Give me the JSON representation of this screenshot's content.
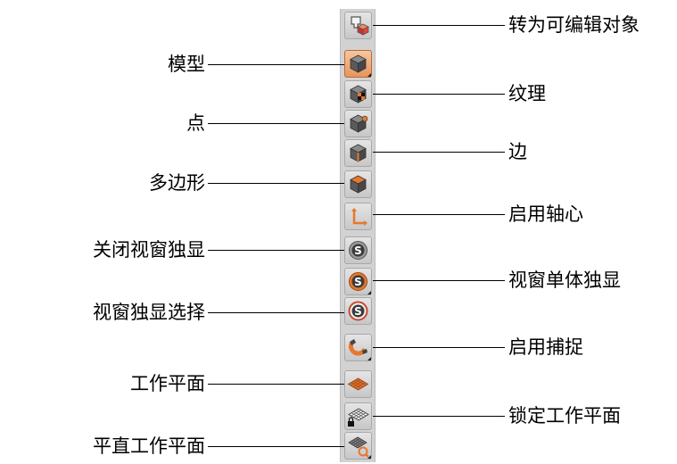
{
  "tools": [
    {
      "id": "make-editable",
      "label": "转为可编辑对象",
      "side": "right",
      "icon": "make-editable-icon",
      "selected": false
    },
    {
      "id": "model",
      "label": "模型",
      "side": "left",
      "icon": "model-cube-icon",
      "selected": true
    },
    {
      "id": "texture",
      "label": "纹理",
      "side": "right",
      "icon": "texture-checker-icon",
      "selected": false
    },
    {
      "id": "point",
      "label": "点",
      "side": "left",
      "icon": "point-mode-icon",
      "selected": false
    },
    {
      "id": "edge",
      "label": "边",
      "side": "right",
      "icon": "edge-mode-icon",
      "selected": false
    },
    {
      "id": "polygon",
      "label": "多边形",
      "side": "left",
      "icon": "polygon-mode-icon",
      "selected": false
    },
    {
      "id": "enable-axis",
      "label": "启用轴心",
      "side": "right",
      "icon": "axis-icon",
      "selected": false
    },
    {
      "id": "close-solo",
      "label": "关闭视窗独显",
      "side": "left",
      "icon": "solo-off-icon",
      "selected": false
    },
    {
      "id": "solo-single",
      "label": "视窗单体独显",
      "side": "right",
      "icon": "solo-single-icon",
      "selected": false
    },
    {
      "id": "solo-selection",
      "label": "视窗独显选择",
      "side": "left",
      "icon": "solo-selection-icon",
      "selected": false
    },
    {
      "id": "enable-snap",
      "label": "启用捕捉",
      "side": "right",
      "icon": "magnet-snap-icon",
      "selected": false
    },
    {
      "id": "workplane",
      "label": "工作平面",
      "side": "left",
      "icon": "workplane-icon",
      "selected": false
    },
    {
      "id": "lock-workplane",
      "label": "锁定工作平面",
      "side": "right",
      "icon": "lock-workplane-icon",
      "selected": false
    },
    {
      "id": "planar-workplane",
      "label": "平直工作平面",
      "side": "left",
      "icon": "planar-workplane-icon",
      "selected": false
    }
  ],
  "colors": {
    "accent": "#e8772e",
    "toolbar_bg": "#d2d2d2",
    "line": "#000000"
  }
}
